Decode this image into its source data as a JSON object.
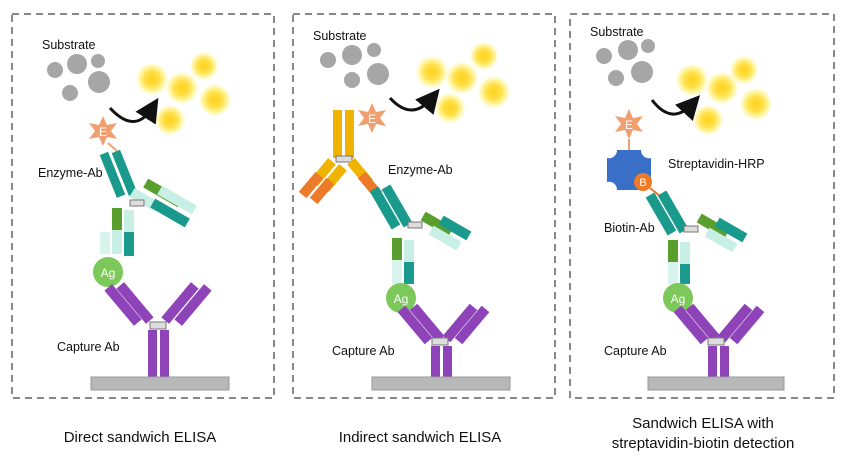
{
  "panels": [
    {
      "substrate_label": "Substrate",
      "enzyme_label": "Enzyme-Ab",
      "antigen_label": "Ag",
      "capture_label": "Capture Ab",
      "caption": "Direct sandwich ELISA"
    },
    {
      "substrate_label": "Substrate",
      "enzyme_label": "Enzyme-Ab",
      "antigen_label": "Ag",
      "capture_label": "Capture Ab",
      "caption": "Indirect sandwich ELISA"
    },
    {
      "substrate_label": "Substrate",
      "streptavidin_label": "Streptavidin-HRP",
      "biotin_ab_label": "Biotin-Ab",
      "antigen_label": "Ag",
      "capture_label": "Capture Ab",
      "caption_line1": "Sandwich ELISA with",
      "caption_line2": "streptavidin-biotin detection"
    }
  ],
  "symbols": {
    "enzyme": "E",
    "biotin": "B"
  },
  "colors": {
    "capture": "#8e44b8",
    "antigen": "#7dc85a",
    "detection_dark": "#1a9a8c",
    "detection_light": "#c8efe4",
    "detection_green": "#5a9e2e",
    "secondary_yellow": "#f0b400",
    "secondary_orange": "#ec7a28",
    "enzyme": "#f0a070",
    "streptavidin": "#3a6fc8",
    "substrate": "#a6a6a6",
    "product_glow": "#fff27a",
    "plate": "#b8b8b8",
    "frame": "#888888"
  }
}
